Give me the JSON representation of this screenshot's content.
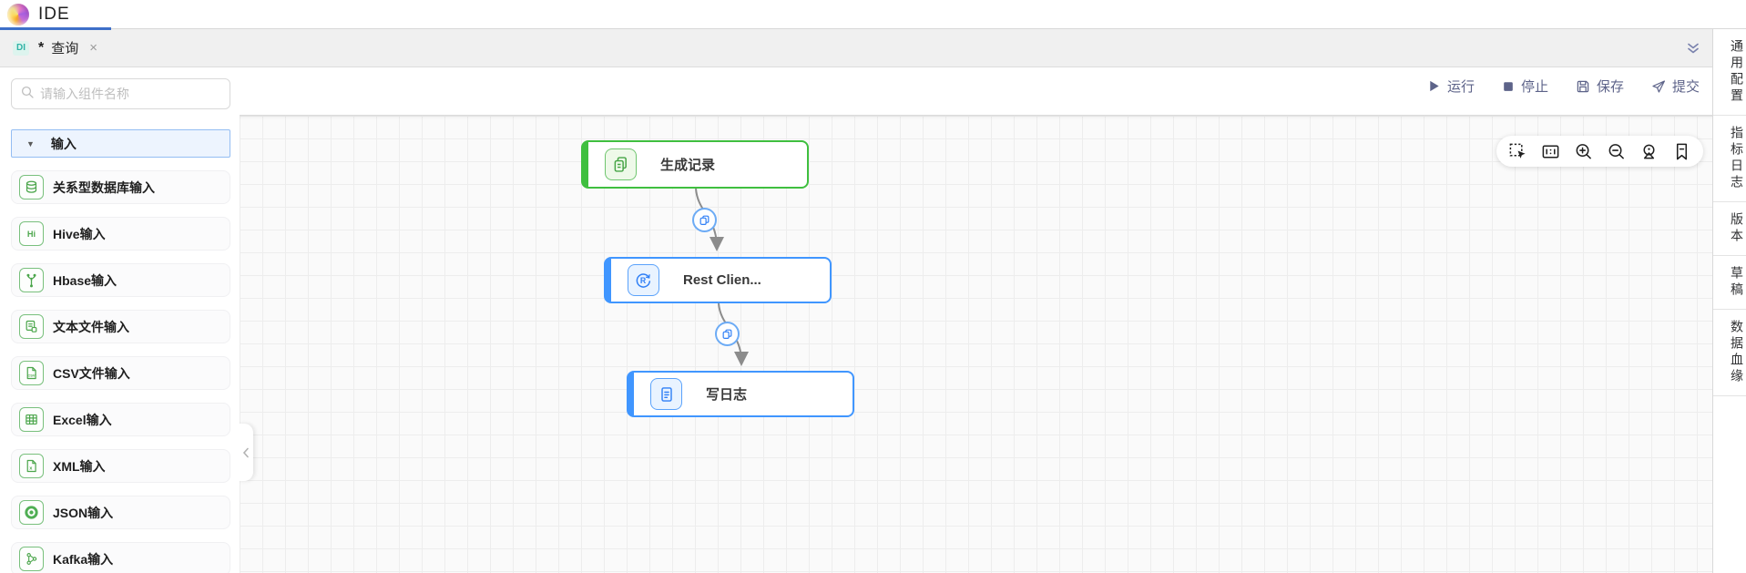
{
  "header": {
    "app_title": "IDE"
  },
  "tab_bar": {
    "tab": {
      "badge": "DI",
      "modified_marker": "*",
      "title": "查询",
      "close": "×"
    }
  },
  "left_panel": {
    "search_placeholder": "请输入组件名称",
    "section": {
      "label": "输入"
    },
    "items": [
      {
        "label": "关系型数据库输入",
        "icon": "database-icon"
      },
      {
        "label": "Hive输入",
        "icon": "hive-icon",
        "glyph": "Hi"
      },
      {
        "label": "Hbase输入",
        "icon": "hbase-icon"
      },
      {
        "label": "文本文件输入",
        "icon": "text-file-icon"
      },
      {
        "label": "CSV文件输入",
        "icon": "csv-file-icon",
        "glyph": "CSV"
      },
      {
        "label": "Excel输入",
        "icon": "excel-icon"
      },
      {
        "label": "XML输入",
        "icon": "xml-file-icon",
        "glyph": "x"
      },
      {
        "label": "JSON输入",
        "icon": "json-icon"
      },
      {
        "label": "Kafka输入",
        "icon": "kafka-icon"
      }
    ]
  },
  "toolbar": {
    "run_label": "运行",
    "stop_label": "停止",
    "save_label": "保存",
    "submit_label": "提交"
  },
  "canvas": {
    "nodes": [
      {
        "label": "生成记录",
        "icon": "generate-records-icon",
        "color": "#3fbf3f"
      },
      {
        "label": "Rest Clien...",
        "icon": "rest-client-icon",
        "icon_glyph": "R",
        "color": "#4096ff"
      },
      {
        "label": "写日志",
        "icon": "write-log-icon",
        "color": "#4096ff"
      }
    ],
    "toolbar_icons": [
      "marquee-select-icon",
      "layout-icon",
      "zoom-in-icon",
      "zoom-out-icon",
      "locate-icon",
      "bookmark-icon"
    ],
    "edge_badge_icon": "copy-icon"
  },
  "right_panel": {
    "items": [
      "通用配置",
      "指标日志",
      "版本",
      "草稿",
      "数据血缘"
    ]
  },
  "colors": {
    "accent_blue": "#4096ff",
    "accent_green": "#3fbf3f",
    "toolbar_slate": "#5d6389",
    "badge_teal": "#2fb3a6",
    "tab_indicator_blue": "#3e6fc8",
    "icon_green": "#4ca64c"
  }
}
